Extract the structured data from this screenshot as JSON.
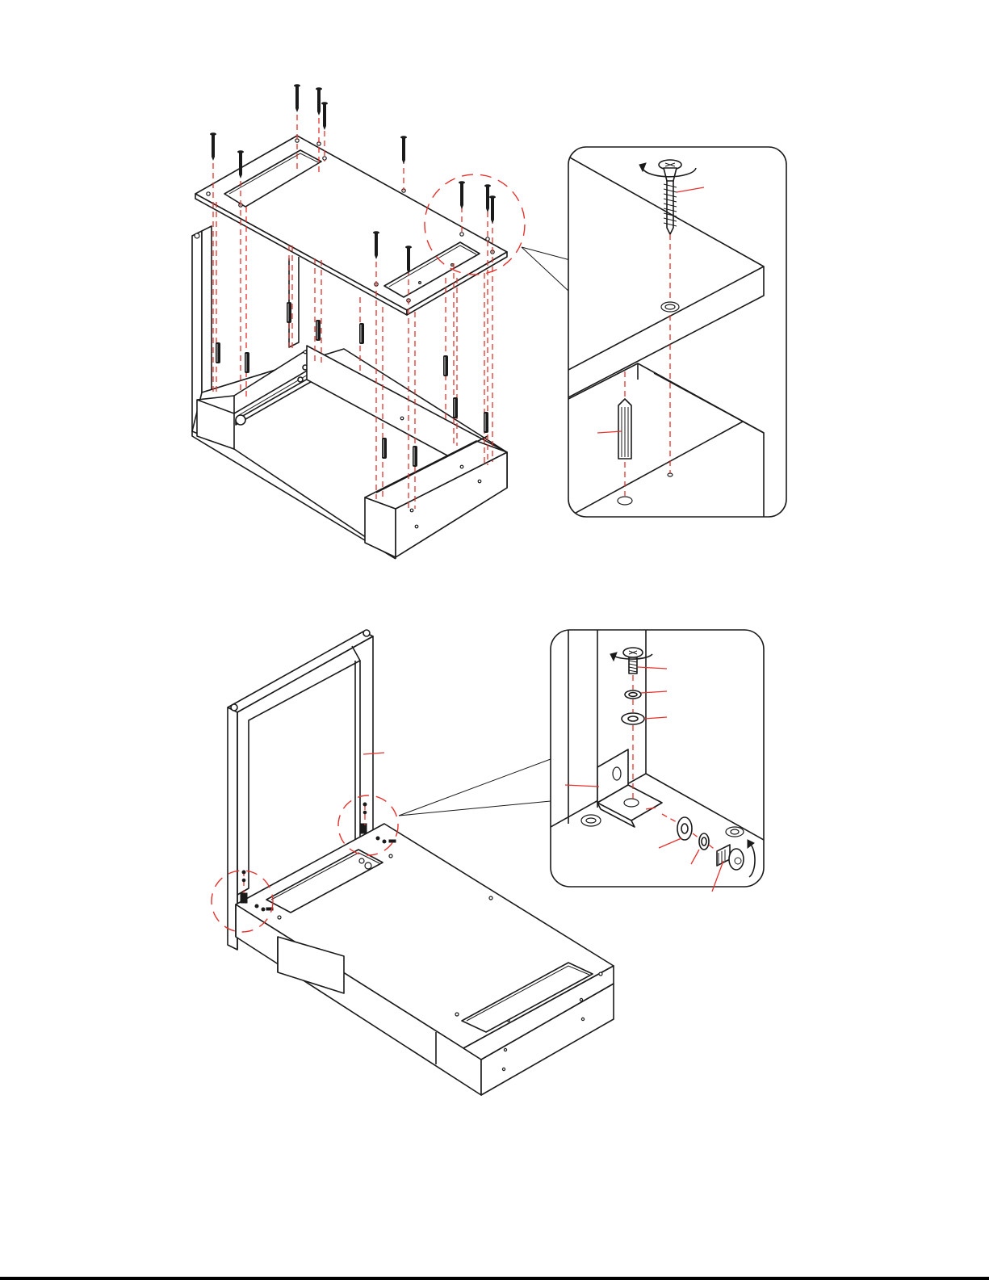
{
  "colors": {
    "line": "#1a1a1a",
    "guide_red": "#e5322d",
    "background": "#ffffff"
  },
  "icons": {
    "screw": "wood-screw-icon",
    "dowel": "wooden-dowel-icon",
    "bolt": "bolt-icon",
    "washer": "flat-washer-icon",
    "spring_washer": "spring-washer-icon",
    "bracket": "l-bracket-icon",
    "rotation": "clockwise-rotation-arrow-icon"
  },
  "steps": [
    {
      "id": "step-top-panel",
      "detail": "screw-through-top-into-dowel"
    },
    {
      "id": "step-frame-bracket",
      "detail": "bolt-with-washers-through-l-bracket"
    }
  ]
}
